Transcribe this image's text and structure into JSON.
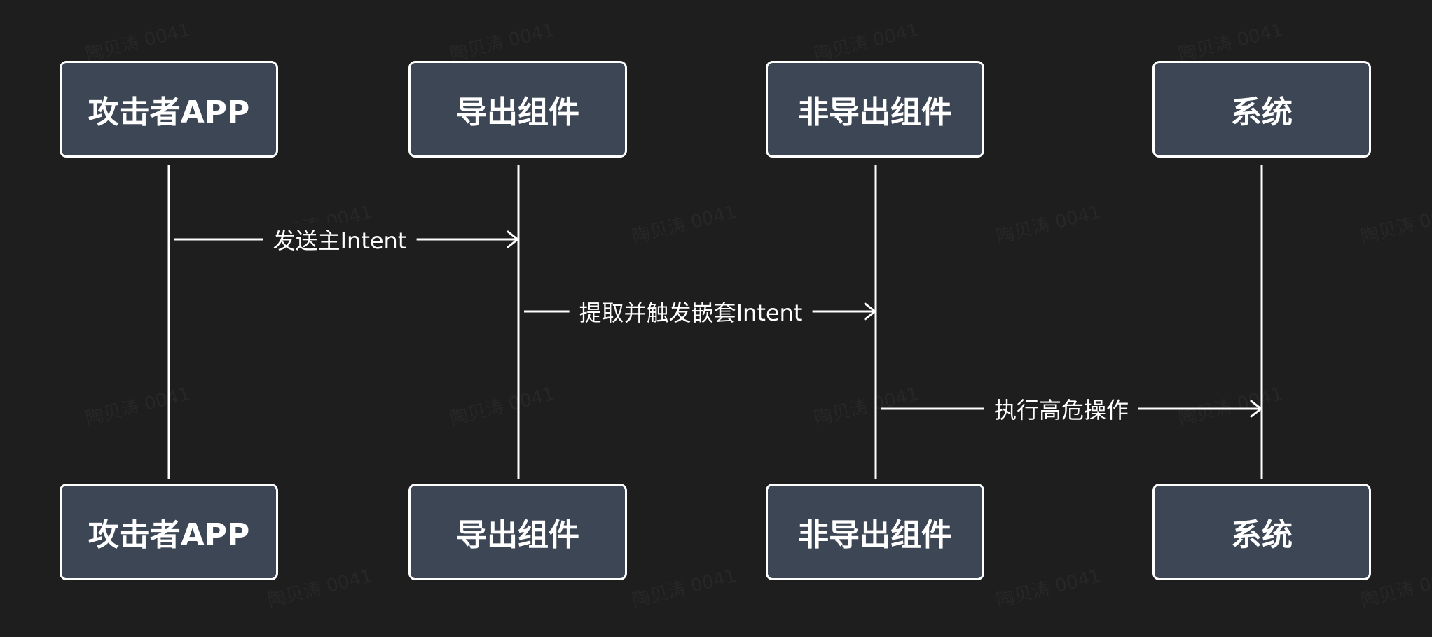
{
  "watermark_text": "陶贝涛 0041",
  "actors": [
    {
      "label": "攻击者APP"
    },
    {
      "label": "导出组件"
    },
    {
      "label": "非导出组件"
    },
    {
      "label": "系统"
    }
  ],
  "messages": [
    {
      "label": "发送主Intent",
      "from": 0,
      "to": 1
    },
    {
      "label": "提取并触发嵌套Intent",
      "from": 1,
      "to": 2
    },
    {
      "label": "执行高危操作",
      "from": 2,
      "to": 3
    }
  ],
  "colors": {
    "background": "#1e1e1e",
    "box_fill": "#3d4654",
    "stroke": "#ffffff",
    "text": "#ffffff"
  }
}
